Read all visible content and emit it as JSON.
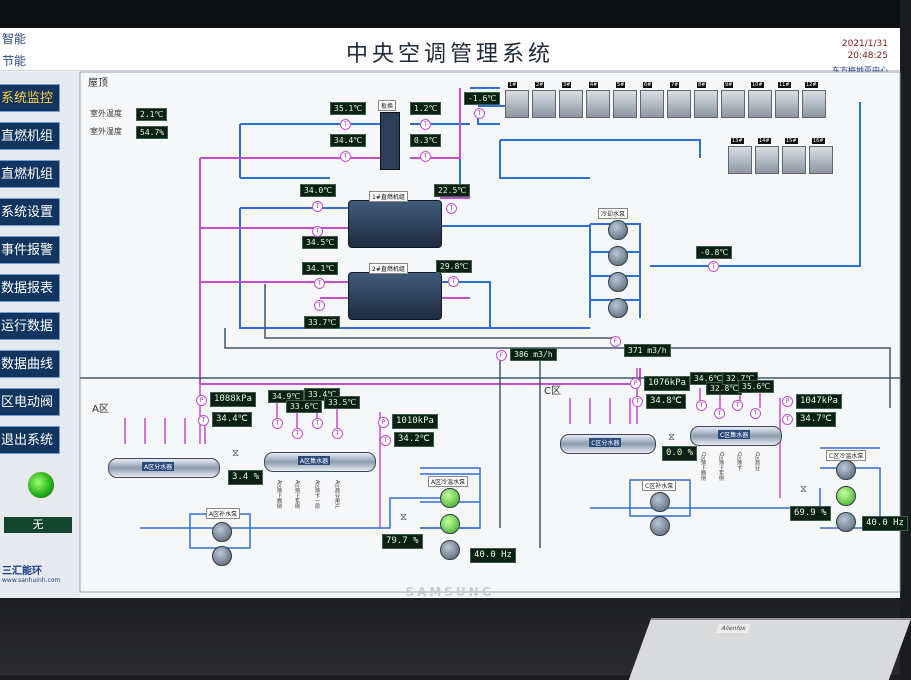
{
  "window": {
    "title": "中央空调管理系统",
    "brand_top": "智能",
    "brand_bottom": "节能",
    "date": "2021/1/31",
    "time": "20:48:25",
    "site": "东方梅地亚中心"
  },
  "sidebar": {
    "items": [
      {
        "label": "系统监控",
        "active": true
      },
      {
        "label": "直燃机组"
      },
      {
        "label": "直燃机组"
      },
      {
        "label": "系统设置"
      },
      {
        "label": "事件报警"
      },
      {
        "label": "数据报表"
      },
      {
        "label": "运行数据"
      },
      {
        "label": "数据曲线"
      },
      {
        "label": "区电动阀"
      },
      {
        "label": "退出系统"
      }
    ],
    "status_label": "无",
    "logo_text": "三汇能环",
    "logo_url": "www.sanhuinh.com"
  },
  "roof": {
    "label": "屋顶",
    "outdoor_temp_label": "室外温度",
    "outdoor_temp": "2.1℃",
    "outdoor_hum_label": "室外湿度",
    "outdoor_hum": "54.7%",
    "exchanger_label": "板换",
    "readings": [
      "35.1℃",
      "1.2℃",
      "34.4℃",
      "0.3℃",
      "-1.6℃"
    ],
    "cooling_tower_labels": [
      "1#",
      "2#",
      "3#",
      "4#",
      "5#",
      "6#",
      "7#",
      "8#",
      "9#",
      "10#",
      "11#",
      "12#",
      "13#",
      "14#",
      "15#",
      "16#"
    ]
  },
  "plant": {
    "chiller1_label": "1#直燃机组",
    "chiller2_label": "2#直燃机组",
    "chiller1_in": "34.0℃",
    "chiller1_out": "22.5℃",
    "chiller1_ret": "34.5℃",
    "chiller2_in": "34.1℃",
    "chiller2_out": "29.8℃",
    "chiller2_ret": "33.7℃",
    "cooling_pump_label": "冷却水泵",
    "cooling_temp": "-0.8℃",
    "flow1": "386 m3/h",
    "flow2": "371 m3/h"
  },
  "zone_a": {
    "label": "A区",
    "pressure_in": "1088kPa",
    "temp_in": "34.4℃",
    "splitter_label": "A区分水器",
    "collector_label": "A区集水器",
    "collector_temps": [
      "34.9℃",
      "33.6℃",
      "33.4℃",
      "33.5℃"
    ],
    "branch_labels": [
      "A区地上西侧",
      "A区地上东侧",
      "A区地下一层",
      "A区商业用户"
    ],
    "pressure_out": "1010kPa",
    "temp_out": "34.2℃",
    "valve_pct": "3.4 %",
    "makeup_pump_label": "A区补水泵",
    "hotwater_pump_label": "A区冷温水泵",
    "bypass_pct": "79.7 %",
    "freq": "40.0 Hz"
  },
  "zone_c": {
    "label": "C区",
    "pressure_in": "1076kPa",
    "temp_in": "34.8℃",
    "splitter_label": "C区分水器",
    "collector_label": "C区集水器",
    "collector_temps": [
      "34.6℃",
      "32.8℃",
      "32.7℃",
      "35.6℃"
    ],
    "branch_labels": [
      "C区地上西侧",
      "C区地上东侧",
      "C区地下",
      "C区商业"
    ],
    "pressure_out": "1047kPa",
    "temp_out": "34.7℃",
    "valve_pct": "0.0 %",
    "makeup_pump_label": "C区补水泵",
    "hotwater_pump_label": "C区冷温水泵",
    "bypass_pct": "69.9 %",
    "freq": "40.0 Hz"
  },
  "monitor_brand": "SAMSUNG",
  "keyboard_brand": "Alienfox"
}
